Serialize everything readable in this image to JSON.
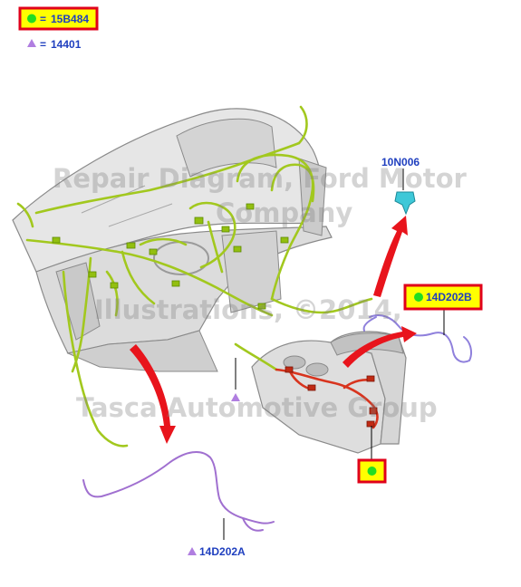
{
  "legend": {
    "green_part": "15B484",
    "purple_part": "14401",
    "equals": "="
  },
  "callouts": {
    "clip": "10N006",
    "right_harness": "14D202B",
    "left_harness": "14D202A"
  },
  "watermark": {
    "line1": "Repair Diagram, Ford Motor",
    "line2": "Company",
    "line3": "Illustrations, ©2014,",
    "line4": "Tasca Automotive Group"
  },
  "colors": {
    "callout_text": "#1f3fbf",
    "highlight_box_fill": "#ffff00",
    "highlight_box_border": "#e0001a",
    "green_marker": "#22dd22",
    "purple_marker": "#b07ee0",
    "green_harness": "#a2c81e",
    "red_harness": "#d8341e",
    "purple_harness": "#a070d0",
    "arrow": "#e8141c"
  }
}
